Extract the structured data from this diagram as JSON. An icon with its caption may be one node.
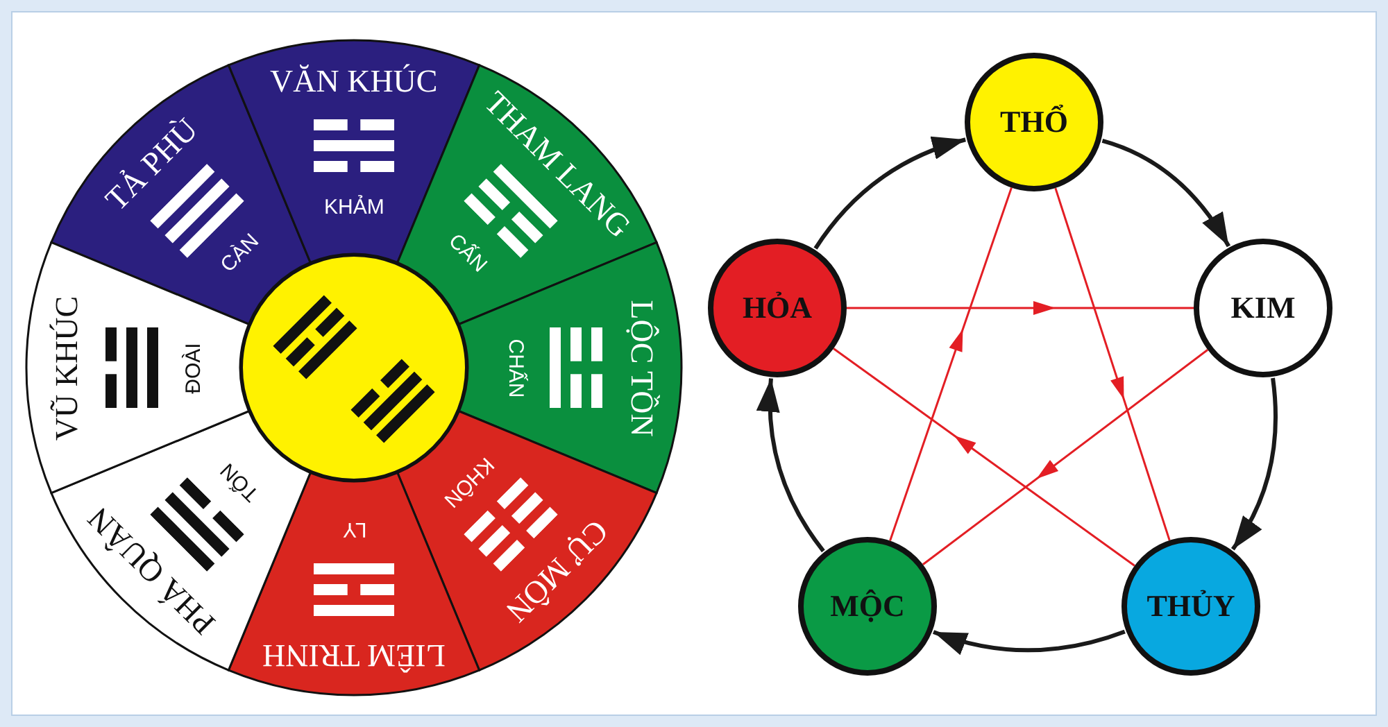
{
  "diagram": {
    "nodes": [
      {
        "text": [
          "TẢ PHÙ",
          "CÀN"
        ]
      },
      {
        "text": [
          "VĂN KHÚC",
          "KHẢM"
        ]
      },
      {
        "text": [
          "THAM LANG",
          "CẤN"
        ]
      },
      {
        "text": [
          "LỘC TỒN",
          "CHẤN"
        ]
      },
      {
        "text": [
          "CỰ MÔN",
          "KHÔN"
        ]
      },
      {
        "text": [
          "LIÊM TRINH",
          "LY"
        ]
      },
      {
        "text": [
          "PHÁ QUÂN",
          "TỐN"
        ]
      },
      {
        "text": [
          "VŨ KHÚC",
          "ĐOÀI"
        ]
      },
      {
        "text": [],
        "shape": "circle"
      },
      {
        "text": [
          "THỔ"
        ]
      },
      {
        "text": [
          "HỎA"
        ]
      },
      {
        "text": [
          "KIM"
        ]
      },
      {
        "text": [
          "MỘC"
        ]
      },
      {
        "text": [
          "THỦY"
        ]
      }
    ],
    "edges": [
      {
        "from": 9,
        "to": 11,
        "arrow": "to",
        "style": "thick"
      },
      {
        "from": 11,
        "to": 13,
        "arrow": "to",
        "style": "thick"
      },
      {
        "from": 13,
        "to": 12,
        "arrow": "to",
        "style": "thick"
      },
      {
        "from": 12,
        "to": 10,
        "arrow": "to",
        "style": "thick"
      },
      {
        "from": 10,
        "to": 9,
        "arrow": "to",
        "style": "thick"
      },
      {
        "from": 10,
        "to": 11,
        "arrow": "to",
        "color": "#e31e24"
      },
      {
        "from": 9,
        "to": 13,
        "arrow": "to",
        "color": "#e31e24"
      },
      {
        "from": 13,
        "to": 10,
        "arrow": "to",
        "color": "#e31e24"
      },
      {
        "from": 11,
        "to": 12,
        "arrow": "to",
        "color": "#e31e24"
      },
      {
        "from": 12,
        "to": 9,
        "arrow": "to",
        "color": "#e31e24"
      }
    ]
  }
}
